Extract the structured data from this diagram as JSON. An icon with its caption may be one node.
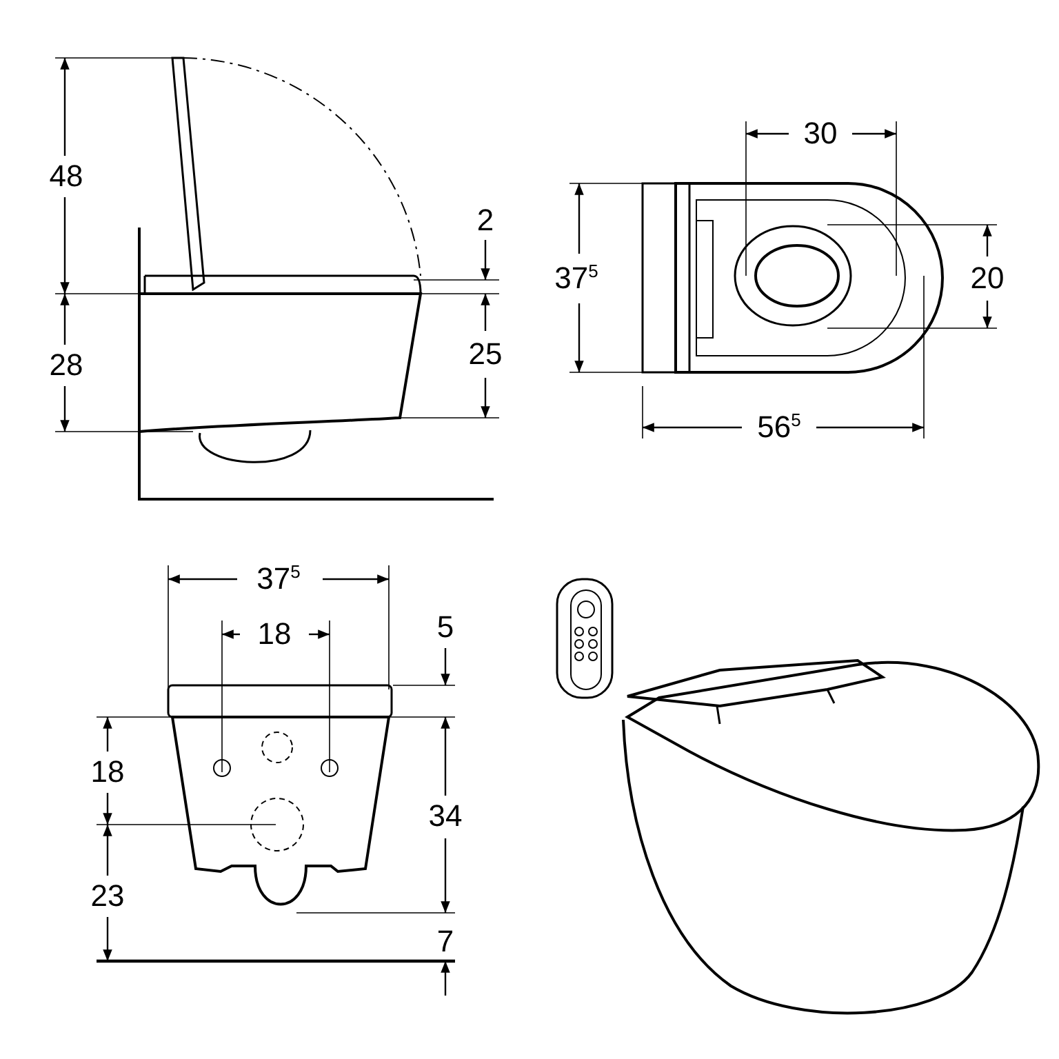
{
  "diagram": {
    "labels": [
      "48",
      "30",
      "2",
      "37$^{5}$",
      "20",
      "28",
      "25",
      "56$^{5}$",
      "37$^{5}$",
      "18",
      "5",
      "18",
      "34",
      "23",
      "7"
    ]
  }
}
